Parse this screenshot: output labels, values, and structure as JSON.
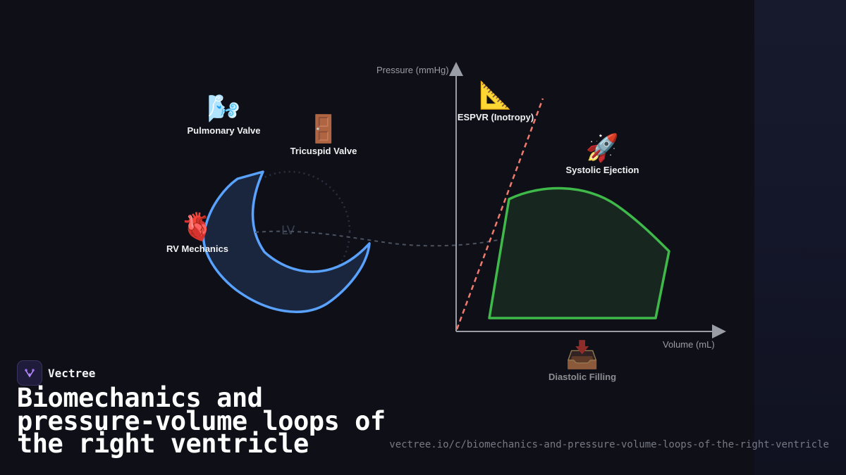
{
  "diagram": {
    "lv_label": "LV",
    "y_axis_label": "Pressure (mmHg)",
    "x_axis_label": "Volume (mL)",
    "colors": {
      "rv_stroke": "#5aa2ff",
      "rv_fill": "#1a263d",
      "pv_loop_stroke": "#3fb94a",
      "pv_loop_fill": "#17271f",
      "espvr": "#f07a6e",
      "axis": "#9a9ca6"
    },
    "nodes": {
      "pulmonary_valve": {
        "icon": "🌬️",
        "icon_name": "wind-icon",
        "label": "Pulmonary Valve"
      },
      "tricuspid_valve": {
        "icon": "🚪",
        "icon_name": "door-icon",
        "label": "Tricuspid Valve"
      },
      "rv_mechanics": {
        "icon": "🫀",
        "icon_name": "anatomical-heart-icon",
        "label": "RV Mechanics"
      },
      "espvr": {
        "icon": "📐",
        "icon_name": "triangular-ruler-icon",
        "label": "ESPVR (Inotropy)"
      },
      "systolic_ejection": {
        "icon": "🚀",
        "icon_name": "rocket-icon",
        "label": "Systolic Ejection"
      },
      "diastolic_filling": {
        "icon": "📥",
        "icon_name": "inbox-tray-icon",
        "label": "Diastolic Filling"
      }
    }
  },
  "brand": {
    "name": "Vectree"
  },
  "title": "Biomechanics and pressure-volume loops of the right ventricle",
  "url": "vectree.io/c/biomechanics-and-pressure-volume-loops-of-the-right-ventricle"
}
